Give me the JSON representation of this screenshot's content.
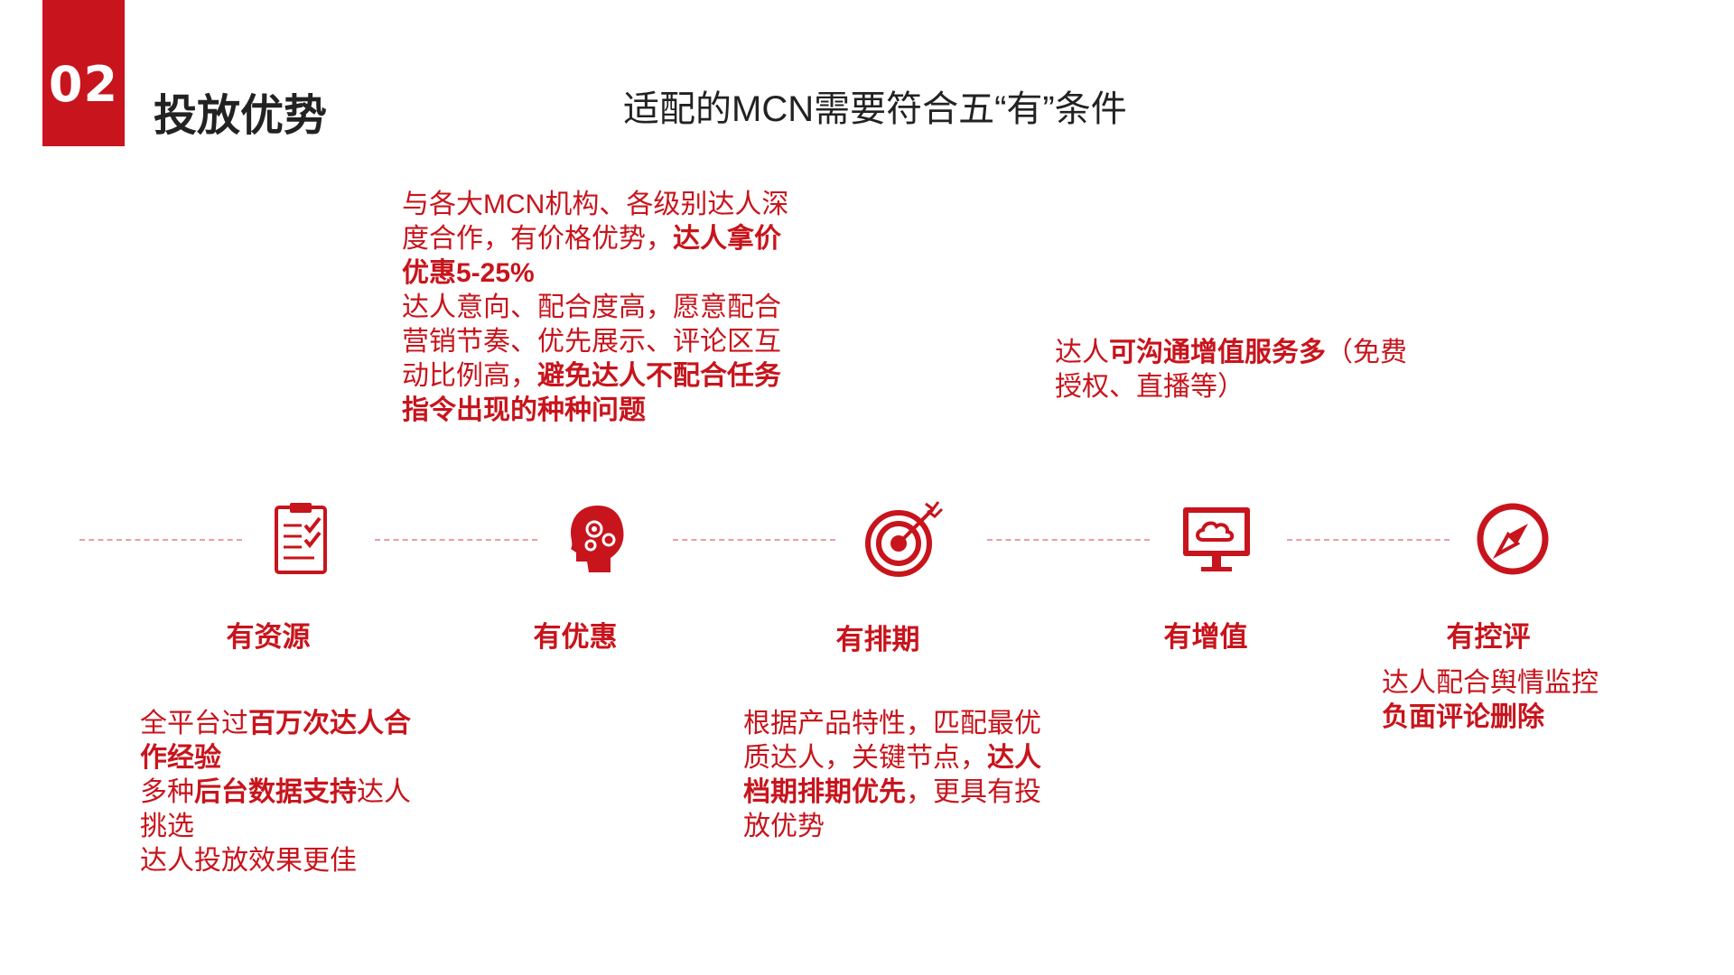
{
  "header": {
    "badge_number": "02",
    "title": "投放优势",
    "subtitle": "适配的MCN需要符合五“有”条件"
  },
  "colors": {
    "accent": "#c8141c",
    "dash": "#e8a0a4"
  },
  "steps": [
    {
      "label": "有资源",
      "icon": "clipboard-checklist-icon"
    },
    {
      "label": "有优惠",
      "icon": "head-gears-icon"
    },
    {
      "label": "有排期",
      "icon": "target-arrow-icon"
    },
    {
      "label": "有增值",
      "icon": "monitor-cloud-icon"
    },
    {
      "label": "有控评",
      "icon": "compass-icon"
    }
  ],
  "texts": {
    "discount": {
      "p1": "与各大MCN机构、各级别达人深",
      "p2": "度合作，有价格优势，",
      "p3b": "达人拿价",
      "p4b": "优惠5-25%",
      "p5": "达人意向、配合度高，愿意配合",
      "p6": "营销节奏、优先展示、评论区互",
      "p7": "动比例高，",
      "p7b": "避免达人不配合任务",
      "p8b": "指令出现的种种问题"
    },
    "value_add": {
      "a1": "达人",
      "a1b": "可沟通增值服务多",
      "a2": "（免费",
      "a3": "授权、直播等）"
    },
    "resource": {
      "r1": "全平台过",
      "r1b": "百万次达人合",
      "r2b": "作经验",
      "r3": "多种",
      "r3b": "后台数据支持",
      "r3c": "达人",
      "r4": "挑选",
      "r5": "达人投放效果更佳"
    },
    "schedule": {
      "s1": "根据产品特性，匹配最优",
      "s2": "质达人，关键节点，",
      "s2b": "达人",
      "s3b": "档期排期优先",
      "s3": "，更具有投",
      "s4": "放优势"
    },
    "review": {
      "v1": "达人配合舆情监控",
      "v2b": "负面评论删除"
    }
  }
}
